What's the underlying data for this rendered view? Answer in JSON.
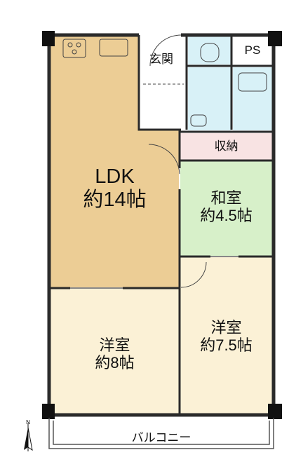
{
  "floor_plan": {
    "rooms": {
      "ldk": {
        "name": "LDK",
        "size": "約14帖",
        "color": "#eccd95"
      },
      "washitsu": {
        "name": "和室",
        "size": "約4.5帖",
        "color": "#d7f0c9"
      },
      "yoshitsu_left": {
        "name": "洋室",
        "size": "約8帖",
        "color": "#fbf1d6"
      },
      "yoshitsu_right": {
        "name": "洋室",
        "size": "約7.5帖",
        "color": "#fbf1d6"
      },
      "genkan": {
        "name": "玄関"
      },
      "shuno": {
        "name": "収納",
        "color": "#f8e3e3"
      },
      "ps": {
        "name": "PS"
      },
      "balcony": {
        "name": "バルコニー"
      }
    },
    "wet_area_color": "#d8f1f7",
    "compass": {
      "north_label": "N"
    }
  }
}
